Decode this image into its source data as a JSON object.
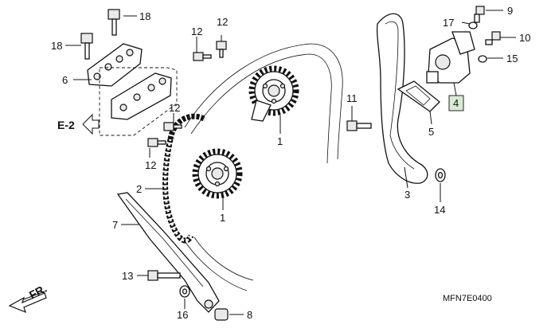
{
  "diagram": {
    "labels": {
      "p1a": "1",
      "p1b": "1",
      "p2": "2",
      "p3": "3",
      "p4": "4",
      "p5": "5",
      "p6": "6",
      "p7": "7",
      "p8": "8",
      "p9": "9",
      "p10": "10",
      "p11": "11",
      "p12a": "12",
      "p12b": "12",
      "p12c": "12",
      "p12d": "12",
      "p13": "13",
      "p14": "14",
      "p15": "15",
      "p16": "16",
      "p17": "17",
      "p18a": "18",
      "p18b": "18"
    },
    "reference": "E-2",
    "front_marker": "FR.",
    "drawing_code": "MFN7E0400",
    "highlight_fill": "#d8ead3"
  }
}
